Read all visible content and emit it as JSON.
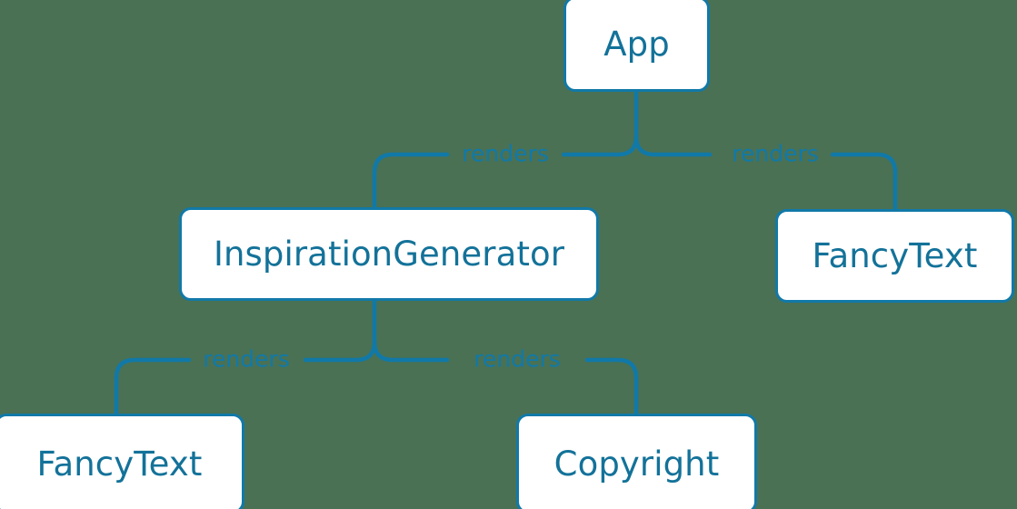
{
  "diagram": {
    "type": "component-tree",
    "title": "React component render tree",
    "colors": {
      "background": "#4a7154",
      "node_fill": "#ffffff",
      "node_border": "#1179a8",
      "node_text": "#137299",
      "edge": "#1179a8",
      "edge_label_text": "#1179a8"
    },
    "nodes": [
      {
        "id": "app",
        "label": "App"
      },
      {
        "id": "inspiration",
        "label": "InspirationGenerator"
      },
      {
        "id": "fancytext-right",
        "label": "FancyText"
      },
      {
        "id": "fancytext-left",
        "label": "FancyText"
      },
      {
        "id": "copyright",
        "label": "Copyright"
      }
    ],
    "edges": [
      {
        "from": "app",
        "to": "inspiration",
        "label": "renders"
      },
      {
        "from": "app",
        "to": "fancytext-right",
        "label": "renders"
      },
      {
        "from": "inspiration",
        "to": "fancytext-left",
        "label": "renders"
      },
      {
        "from": "inspiration",
        "to": "copyright",
        "label": "renders"
      }
    ]
  }
}
